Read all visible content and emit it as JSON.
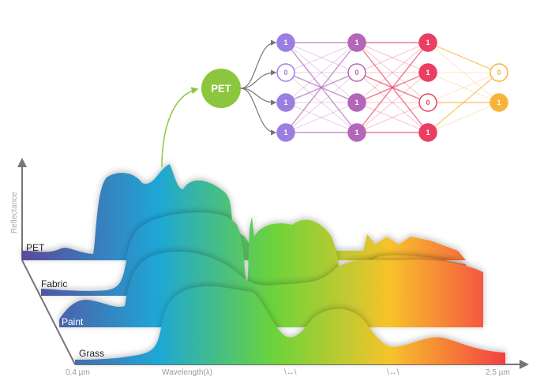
{
  "network": {
    "input_label": "PET",
    "input_color": "#8cc63f",
    "layers": [
      {
        "color": "#9b7fe0",
        "values": [
          "1",
          "0",
          "1",
          "1"
        ]
      },
      {
        "color": "#b267b8",
        "values": [
          "1",
          "0",
          "1",
          "1"
        ]
      },
      {
        "color": "#ec3e63",
        "values": [
          "1",
          "1",
          "0",
          "1"
        ]
      },
      {
        "color": "#f9b33a",
        "values": [
          "0",
          "1"
        ]
      }
    ]
  },
  "spectra": {
    "y_axis_label": "Reflectance",
    "x_axis_label": "Wavelength(λ)",
    "x_min_label": "0.4 µm",
    "x_max_label": "2.5 µm",
    "break_symbol": "\\↔\\",
    "materials": [
      "PET",
      "Fabric",
      "Paint",
      "Grass"
    ],
    "gradient_colors": [
      "#5b4a9b",
      "#1ea7d6",
      "#6cd33a",
      "#f7c32b",
      "#f43f44"
    ]
  }
}
